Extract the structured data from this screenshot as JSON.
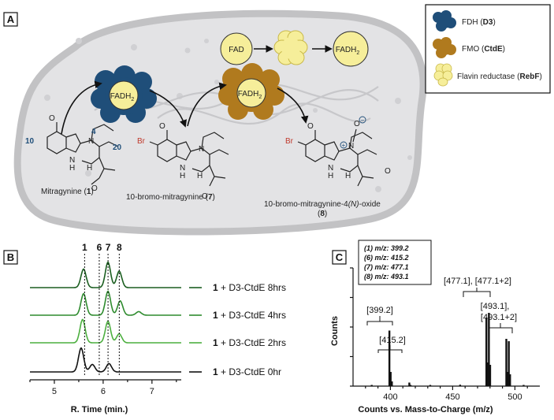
{
  "panels": {
    "a": "A",
    "b": "B",
    "c": "C"
  },
  "legend": {
    "items": [
      {
        "name": "FDH",
        "code": "D3",
        "color": "#1f4e79"
      },
      {
        "name": "FMO",
        "code": "CtdE",
        "color": "#b07a1e"
      },
      {
        "name": "Flavin reductase",
        "code": "RebF",
        "color": "#f6ee9a"
      }
    ]
  },
  "pathway": {
    "fad": "FAD",
    "fadh2_left": "FADH",
    "fadh2_sub": "2",
    "compounds": [
      {
        "name": "Mitragynine",
        "number": "1"
      },
      {
        "name": "10-bromo-mitragynine",
        "number": "7"
      },
      {
        "name": "10-bromo-mitragynine-4",
        "suffix_italic": "(N)",
        "suffix": "-oxide",
        "number": "8"
      }
    ],
    "atom_labels": {
      "c10": "10",
      "n4": "4",
      "c20": "20",
      "br": "Br",
      "n": "N",
      "o": "O",
      "h": "H",
      "plus": "+",
      "minus": "−"
    }
  },
  "chart_data": [
    {
      "type": "line",
      "xlabel": "R. Time (min.)",
      "xlim": [
        4.5,
        7.6
      ],
      "xticks": [
        5,
        6,
        7
      ],
      "peak_markers": [
        {
          "label": "1",
          "x": 5.62
        },
        {
          "label": "6",
          "x": 5.92
        },
        {
          "label": "7",
          "x": 6.1
        },
        {
          "label": "8",
          "x": 6.33
        }
      ],
      "series": [
        {
          "name_bold": "1",
          "name": " + D3-CtdE 8hrs",
          "color": "#1b5e20",
          "peaks": [
            [
              5.6,
              0.62
            ],
            [
              6.1,
              0.85
            ],
            [
              6.33,
              0.55
            ]
          ]
        },
        {
          "name_bold": "1",
          "name": " + D3-CtdE 4hrs",
          "color": "#2e8b2e",
          "peaks": [
            [
              5.6,
              0.72
            ],
            [
              6.1,
              0.8
            ],
            [
              6.35,
              0.48
            ],
            [
              6.73,
              0.12
            ]
          ]
        },
        {
          "name_bold": "1",
          "name": " + D3-CtdE 2hrs",
          "color": "#4caf3f",
          "peaks": [
            [
              5.58,
              0.78
            ],
            [
              6.1,
              0.72
            ],
            [
              6.33,
              0.3
            ]
          ]
        },
        {
          "name_bold": "1",
          "name": " + D3-CtdE 0hr",
          "color": "#111111",
          "peaks": [
            [
              5.55,
              0.8
            ],
            [
              5.78,
              0.25
            ],
            [
              6.12,
              0.28
            ]
          ]
        }
      ]
    },
    {
      "type": "bar",
      "xlabel": "Counts vs. Mass-to-Charge (m/z)",
      "ylabel": "Counts",
      "xlim": [
        370,
        520
      ],
      "xticks": [
        400,
        450,
        500
      ],
      "legend_box": [
        {
          "id": "(1)",
          "text": "m/z: 399.2"
        },
        {
          "id": "(6)",
          "text": "m/z: 415.2"
        },
        {
          "id": "(7)",
          "text": "m/z: 477.1"
        },
        {
          "id": "(8)",
          "text": "m/z: 493.1"
        }
      ],
      "annotations": [
        "[399.2]",
        "[415.2]",
        "[477.1], [477.1+2]",
        "[493.1],",
        "[493.1+2]"
      ],
      "peaks": [
        {
          "mz": 399.2,
          "h": 0.47
        },
        {
          "mz": 400.2,
          "h": 0.12
        },
        {
          "mz": 401.2,
          "h": 0.04
        },
        {
          "mz": 415.2,
          "h": 0.03
        },
        {
          "mz": 416.2,
          "h": 0.01
        },
        {
          "mz": 477.1,
          "h": 0.58
        },
        {
          "mz": 478.1,
          "h": 0.2
        },
        {
          "mz": 479.1,
          "h": 0.62
        },
        {
          "mz": 480.1,
          "h": 0.18
        },
        {
          "mz": 493.1,
          "h": 0.4
        },
        {
          "mz": 494.1,
          "h": 0.12
        },
        {
          "mz": 495.1,
          "h": 0.38
        },
        {
          "mz": 496.1,
          "h": 0.1
        },
        {
          "mz": 385,
          "h": 0.01
        },
        {
          "mz": 432,
          "h": 0.01
        },
        {
          "mz": 456,
          "h": 0.012
        },
        {
          "mz": 507,
          "h": 0.01
        }
      ],
      "yticks_count": 4
    }
  ]
}
